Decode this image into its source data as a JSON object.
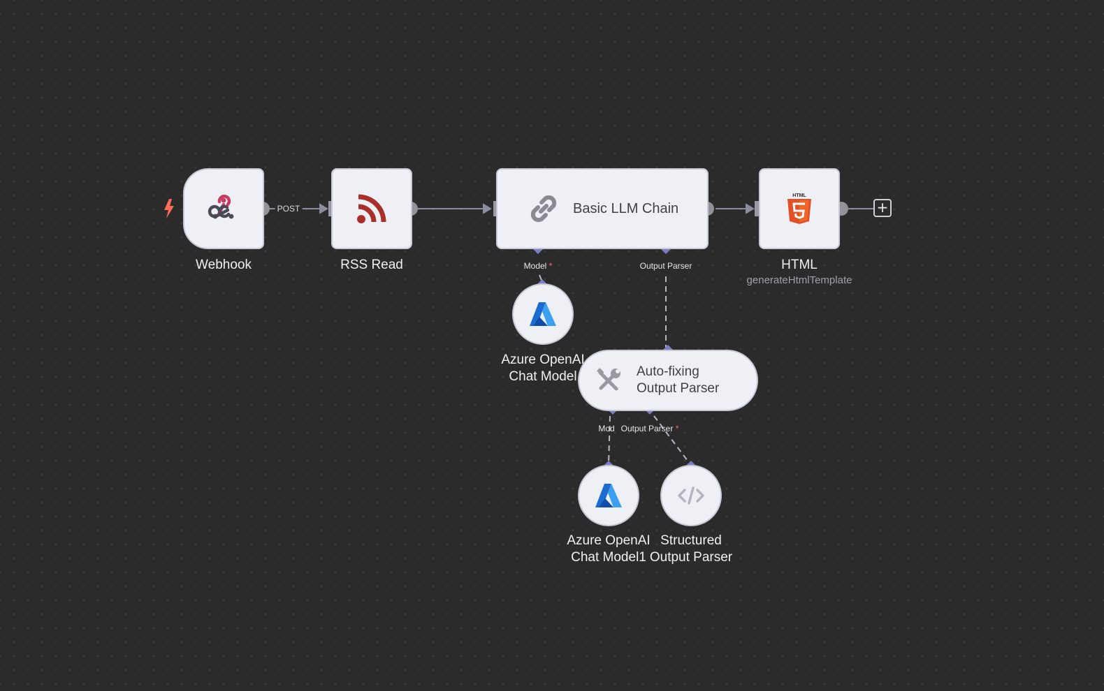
{
  "colors": {
    "canvas": "#2b2b2c",
    "node_fill": "#eff0f6",
    "connector": "#8c8ea0",
    "sub_port": "#7b7fbf",
    "trigger_bolt": "#ff6d5a",
    "rss": "#a8302b",
    "html5": "#e34f26",
    "azure": "#1b6bd1"
  },
  "nodes": {
    "webhook": {
      "label": "Webhook",
      "icon": "webhook-icon"
    },
    "rss": {
      "label": "RSS Read",
      "icon": "rss-icon"
    },
    "llm_chain": {
      "label": "Basic LLM Chain",
      "icon": "link-icon"
    },
    "html": {
      "label": "HTML",
      "sublabel": "generateHtmlTemplate",
      "icon": "html5-icon"
    },
    "azure1": {
      "label_line1": "Azure OpenAI",
      "label_line2": "Chat Model",
      "icon": "azure-icon"
    },
    "autofix": {
      "label_line1": "Auto-fixing",
      "label_line2": "Output Parser",
      "icon": "tools-icon"
    },
    "azure2": {
      "label_line1": "Azure OpenAI",
      "label_line2": "Chat Model1",
      "icon": "azure-icon"
    },
    "structured": {
      "label_line1": "Structured",
      "label_line2": "Output Parser",
      "icon": "code-icon"
    }
  },
  "edges": {
    "webhook_rss_label": "POST"
  },
  "ports": {
    "llm_model": "Model",
    "llm_parser": "Output Parser",
    "autofix_model": "Mod",
    "autofix_parser": "Output Parser",
    "required_mark": "*"
  },
  "add_button": "+"
}
